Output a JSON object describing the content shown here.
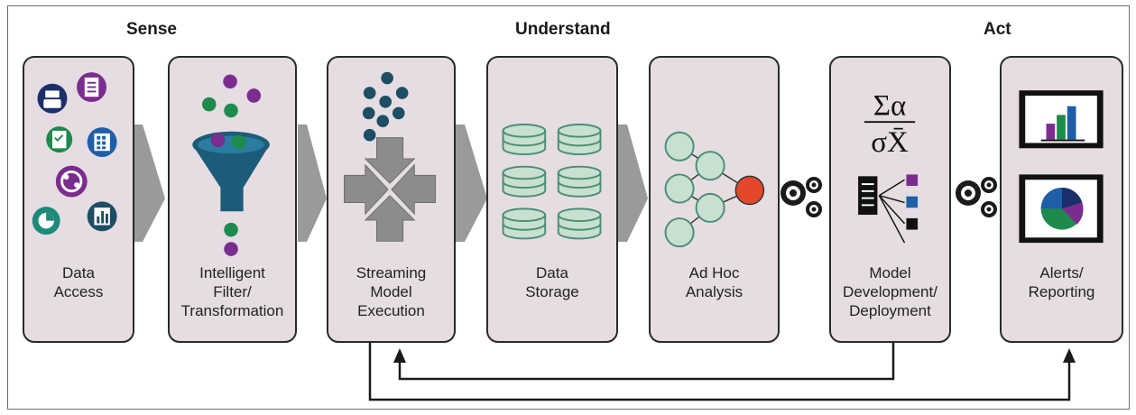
{
  "phases": {
    "sense": "Sense",
    "understand": "Understand",
    "act": "Act"
  },
  "cards": [
    {
      "label": "Data\nAccess"
    },
    {
      "label": "Intelligent\nFilter/\nTransformation"
    },
    {
      "label": "Streaming\nModel\nExecution"
    },
    {
      "label": "Data\nStorage"
    },
    {
      "label": "Ad Hoc\nAnalysis"
    },
    {
      "label": "Model\nDevelopment/\nDeployment"
    },
    {
      "label": "Alerts/\nReporting"
    }
  ],
  "model_formula": {
    "top": "Σα",
    "bottom": "σX̄"
  },
  "colors": {
    "card_bg": "#e5dde2",
    "arrow_gray": "#9a9a9a",
    "purple": "#7a2d8f",
    "green": "#1e8a4c",
    "teal": "#1d4e64",
    "navy": "#1b2f6b",
    "blue": "#1e5fa8",
    "node_fill": "#c7e0cf",
    "node_stroke": "#4c8d76",
    "node_red": "#e3482a"
  },
  "icons": [
    "document-icon",
    "checklist-icon",
    "calculator-icon",
    "network-icon",
    "pie-chart-icon",
    "bar-chart-icon",
    "funnel-icon",
    "merge-arrows-icon",
    "database-icon",
    "node-graph-icon",
    "formula-icon",
    "list-routing-icon",
    "gears-icon",
    "monitor-bar-chart-icon",
    "monitor-pie-chart-icon"
  ]
}
